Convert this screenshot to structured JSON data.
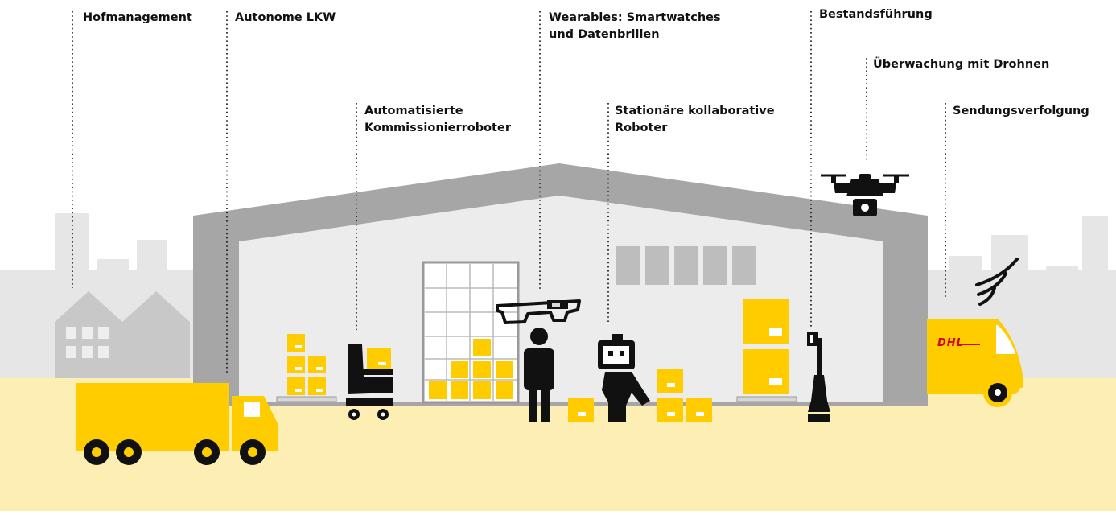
{
  "labels": {
    "yard": "Hofmanagement",
    "autonomous_truck": "Autonome LKW",
    "picking_robots": {
      "line1": "Automatisierte",
      "line2": "Kommissionierroboter"
    },
    "wearables": {
      "line1": "Wearables: Smartwatches",
      "line2": "und Datenbrillen"
    },
    "collab_robots": {
      "line1": "Stationäre kollaborative",
      "line2": "Roboter"
    },
    "inventory": "Bestandsführung",
    "drones": "Überwachung mit Drohnen",
    "tracking": "Sendungsverfolgung"
  },
  "logos": {
    "van": "DHL"
  },
  "colors": {
    "ground": "#fdeeb4",
    "city": "#e6e6e6",
    "warehouse_frame": "#a6a6a6",
    "warehouse_wall": "#ececec",
    "yellow": "#ffcc00",
    "black": "#111111",
    "dhl_red": "#d40511"
  }
}
